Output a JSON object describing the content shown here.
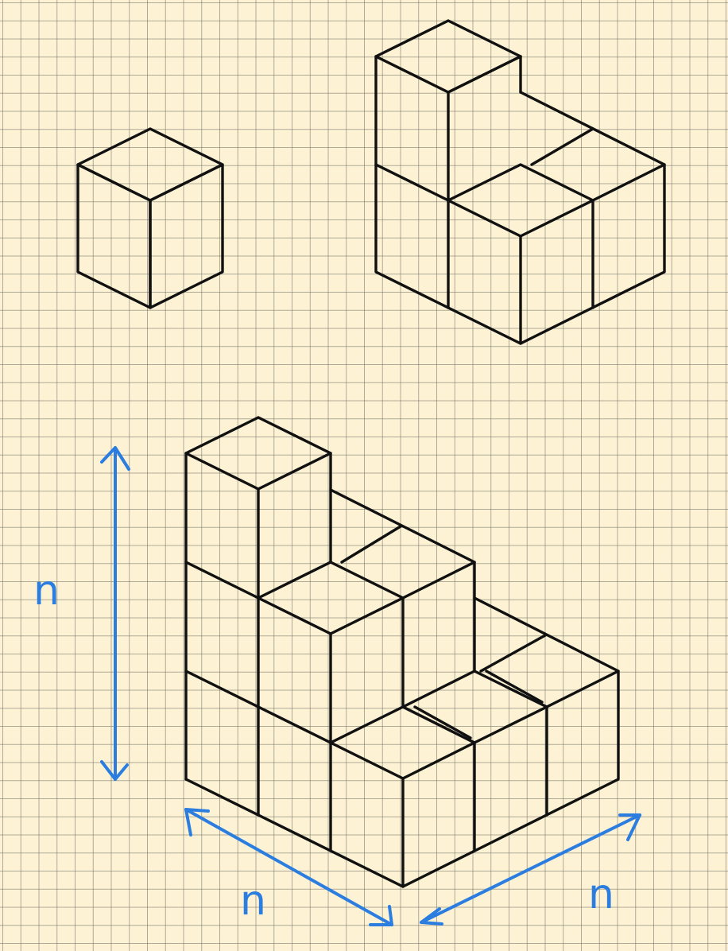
{
  "colors": {
    "paper": "#fdf3d4",
    "grid": "#8a8a80",
    "cube_edge": "#111111",
    "annotation": "#2b7de0"
  },
  "figures": [
    {
      "name": "single-cube",
      "cubes": 1
    },
    {
      "name": "staircase-n2",
      "cubes": 4
    },
    {
      "name": "staircase-n3",
      "cubes": 10
    }
  ],
  "annotations": {
    "height_label": "n",
    "left_depth_label": "n",
    "right_depth_label": "n"
  }
}
